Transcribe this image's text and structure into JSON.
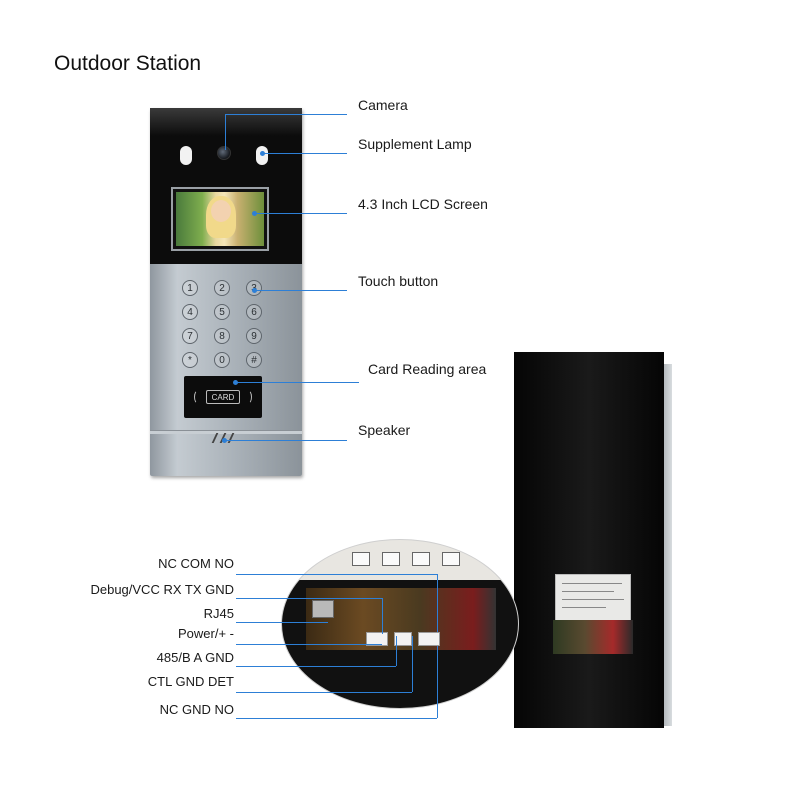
{
  "title": "Outdoor Station",
  "front_labels": {
    "camera": "Camera",
    "lamp": "Supplement Lamp",
    "lcd": "4.3 Inch LCD Screen",
    "touch": "Touch button",
    "card": "Card Reading area",
    "speaker": "Speaker"
  },
  "keypad": [
    "1",
    "2",
    "3",
    "4",
    "5",
    "6",
    "7",
    "8",
    "9",
    "*",
    "0",
    "#"
  ],
  "card_text": "CARD",
  "terminal_labels": [
    "NC COM NO",
    "Debug/VCC RX TX GND",
    "RJ45",
    "Power/+ -",
    "485/B A GND",
    "CTL GND DET",
    "NC GND NO"
  ],
  "colors": {
    "callout": "#2d7fd6"
  }
}
